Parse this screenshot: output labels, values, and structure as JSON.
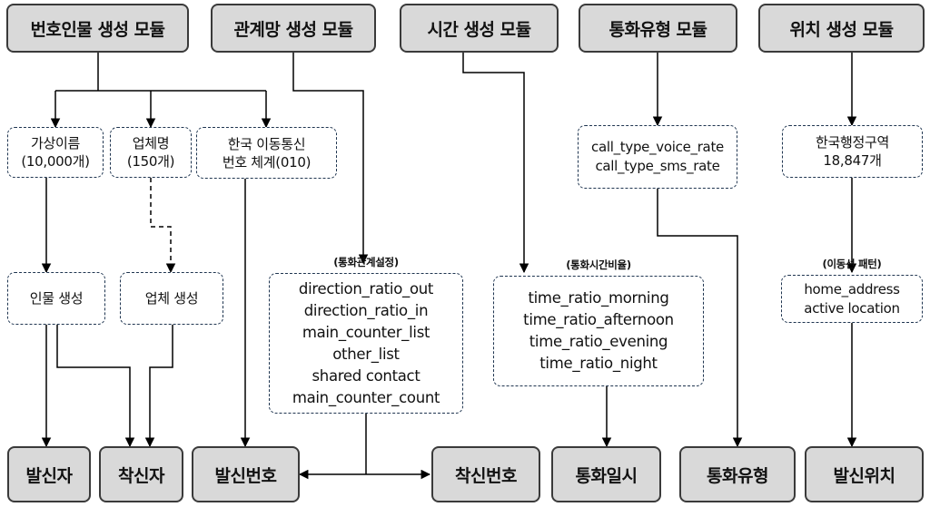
{
  "modules": {
    "number_person": "번호인물 생성 모듈",
    "relation": "관계망 생성 모듈",
    "time": "시간 생성 모듈",
    "call_type": "통화유형 모듈",
    "location": "위치 생성 모듈"
  },
  "sources": {
    "fake_name": [
      "가상이름",
      "(10,000개)"
    ],
    "company": [
      "업체명",
      "(150개)"
    ],
    "korea_mobile": [
      "한국 이동통신",
      "번호 체계(010)"
    ],
    "call_type_rates": [
      "call_type_voice_rate",
      "call_type_sms_rate"
    ],
    "admin_region": [
      "한국행정구역",
      "18,847개"
    ]
  },
  "generators": {
    "person": "인물 생성",
    "company": "업체 생성"
  },
  "settings": {
    "call_relation": {
      "caption": "(통화관계설정)",
      "items": [
        "direction_ratio_out",
        "direction_ratio_in",
        "main_counter_list",
        "other_list",
        "shared contact",
        "main_counter_count"
      ]
    },
    "call_time_ratio": {
      "caption": "(통화시간비율)",
      "items": [
        "time_ratio_morning",
        "time_ratio_afternoon",
        "time_ratio_evening",
        "time_ratio_night"
      ]
    },
    "movement": {
      "caption": "(이동선 패턴)",
      "items": [
        "home_address",
        "active location"
      ]
    }
  },
  "outputs": {
    "caller": "발신자",
    "receiver": "착신자",
    "caller_number": "발신번호",
    "receiver_number": "착신번호",
    "call_datetime": "통화일시",
    "call_type": "통화유형",
    "caller_location": "발신위치"
  },
  "colors": {
    "module_fill": "#d9d9d9",
    "border": "#3a3a3a",
    "dashed_border": "#1f3550",
    "wire": "#000000"
  }
}
